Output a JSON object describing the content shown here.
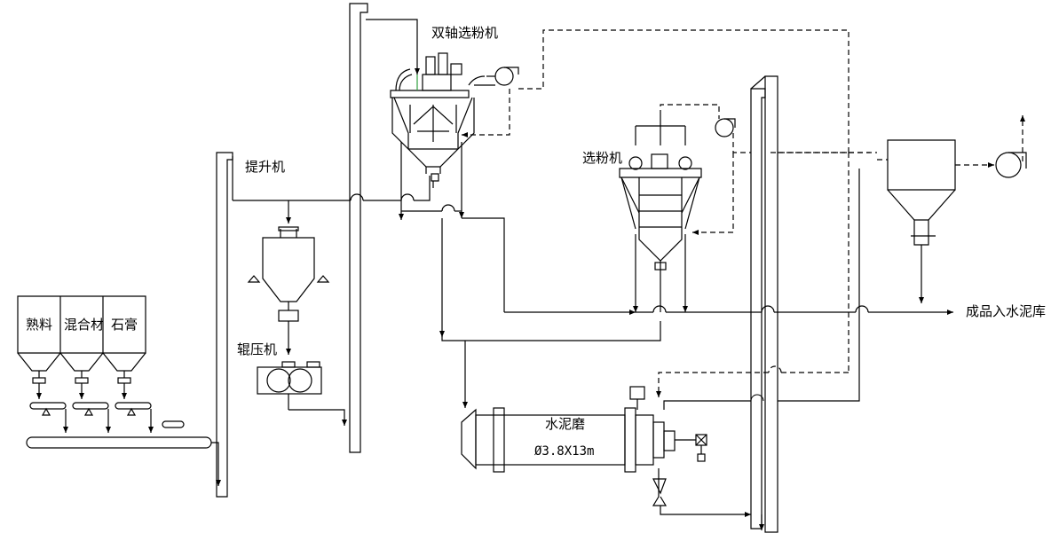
{
  "labels": {
    "clinker": "熟料",
    "mixed_material": "混合材",
    "gypsum": "石膏",
    "elevator": "提升机",
    "roller_press": "辊压机",
    "twin_shaft_separator": "双轴选粉机",
    "separator": "选粉机",
    "cement_mill": "水泥磨",
    "mill_spec": "Ø3.8X13m",
    "product_to_silo": "成品入水泥库"
  },
  "colors": {
    "line": "#000000",
    "background": "#ffffff",
    "accent_green": "#2e9e3e"
  }
}
